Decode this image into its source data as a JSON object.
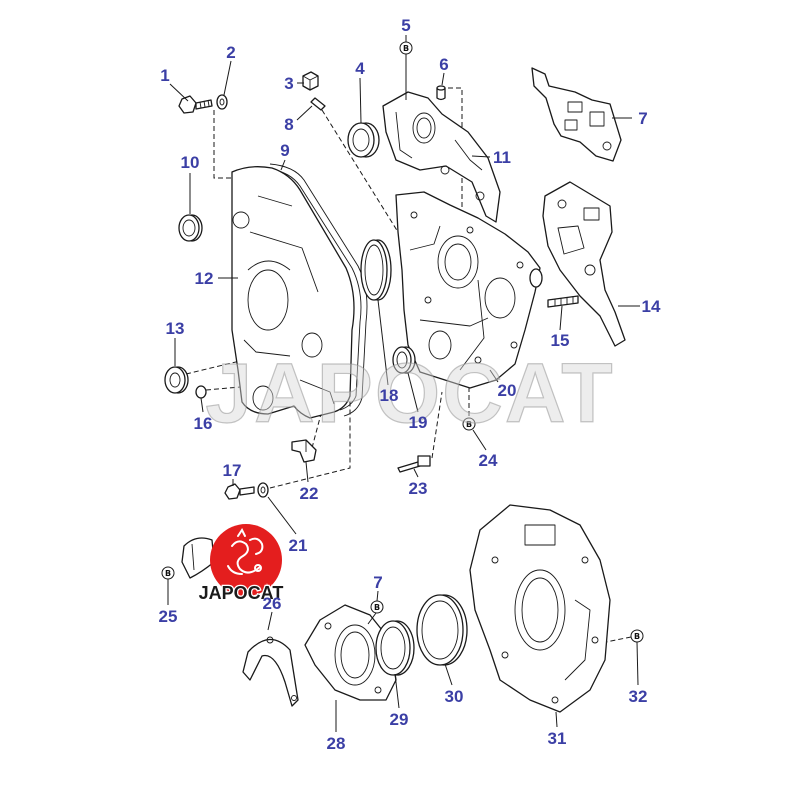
{
  "diagram": {
    "callouts": [
      "1",
      "2",
      "3",
      "4",
      "5",
      "6",
      "7",
      "8",
      "9",
      "10",
      "11",
      "12",
      "13",
      "14",
      "15",
      "16",
      "17",
      "18",
      "19",
      "20",
      "21",
      "22",
      "23",
      "24",
      "25",
      "26",
      "7",
      "28",
      "29",
      "30",
      "31",
      "32"
    ],
    "bolt_marker_label": "B"
  },
  "logo": {
    "text": "JAPOCAT"
  },
  "watermark": {
    "text": "JAPOCAT"
  },
  "colors": {
    "callout": "#3b3fa5",
    "line": "#1a1a1a",
    "logo": "#e41e1e"
  }
}
